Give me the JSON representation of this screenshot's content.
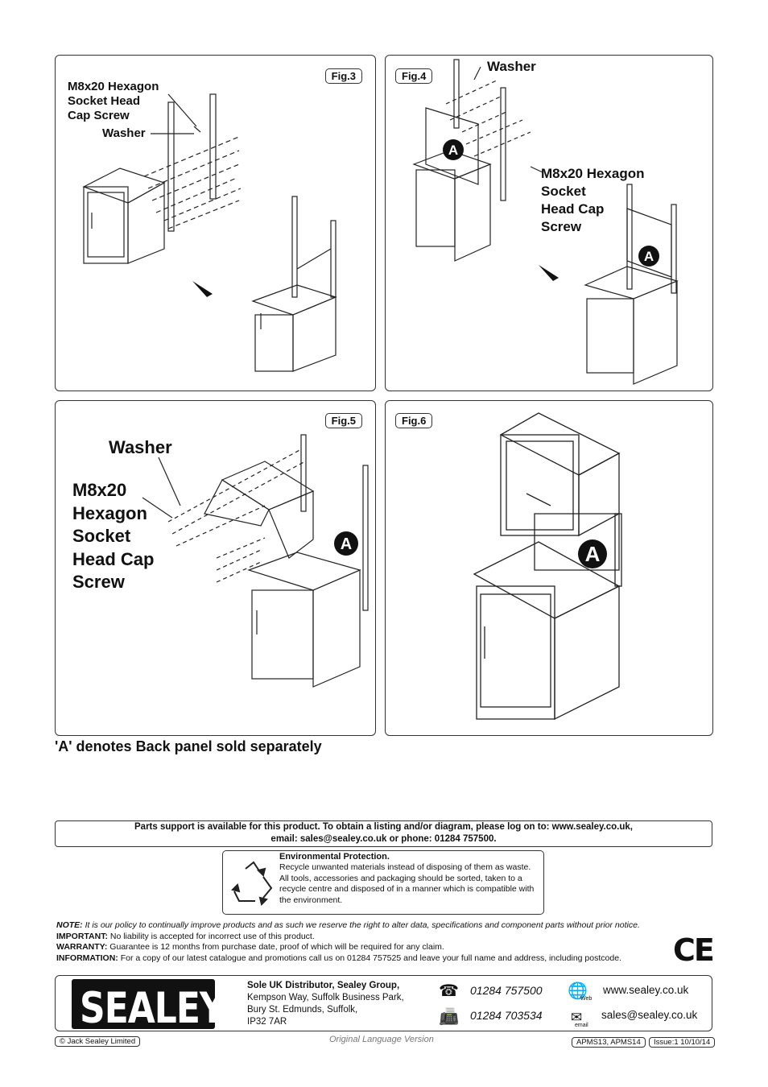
{
  "figures": {
    "fig3": {
      "tag": "Fig.3",
      "label_screw": "M8x20 Hexagon\nSocket Head\nCap Screw",
      "label_washer": "Washer"
    },
    "fig4": {
      "tag": "Fig.4",
      "label_washer": "Washer",
      "label_screw": "M8x20 Hexagon\nSocket\nHead Cap\nScrew",
      "marker": "A"
    },
    "fig5": {
      "tag": "Fig.5",
      "label_washer": "Washer",
      "label_screw": "M8x20\nHexagon\nSocket\nHead Cap\nScrew",
      "marker": "A"
    },
    "fig6": {
      "tag": "Fig.6",
      "marker": "A"
    }
  },
  "denote_note": "'A' denotes Back panel sold separately",
  "parts_support": {
    "line1": "Parts support is available for this product. To obtain a listing and/or diagram, please log on to: www.sealey.co.uk,",
    "line2": "email: sales@sealey.co.uk or phone: 01284 757500."
  },
  "environment": {
    "title": "Environmental Protection.",
    "text": "Recycle unwanted materials instead of disposing of them as waste. All tools, accessories and packaging should be sorted, taken to a recycle centre and disposed of in a manner which is compatible with the environment."
  },
  "legal": {
    "note_label": "NOTE:",
    "note_text": " It is our policy to continually improve products and as such we reserve the right to alter data, specifications and component parts without prior notice.",
    "important_label": "IMPORTANT:",
    "important_text": " No liability is accepted for incorrect use of this product.",
    "warranty_label": "WARRANTY:",
    "warranty_text": " Guarantee is 12 months from purchase date, proof of which will be required for any claim.",
    "information_label": "INFORMATION:",
    "information_text": " For a copy of our latest catalogue and promotions call us on 01284 757525 and leave your full name and address, including postcode."
  },
  "ce_mark": "CE",
  "footer": {
    "logo": "SEALEY",
    "distributor_title": "Sole UK Distributor, Sealey Group,",
    "address_line1": "Kempson Way, Suffolk Business Park,",
    "address_line2": "Bury St. Edmunds, Suffolk,",
    "address_line3": "IP32 7AR",
    "phone": "01284 757500",
    "fax": "01284 703534",
    "web_icon_label": "Web",
    "email_icon_label": "email",
    "website": "www.sealey.co.uk",
    "email": "sales@sealey.co.uk"
  },
  "copyright": "© Jack Sealey Limited",
  "original_language": "Original Language Version",
  "model_codes": "APMS13, APMS14",
  "issue": "Issue:1 10/10/14"
}
